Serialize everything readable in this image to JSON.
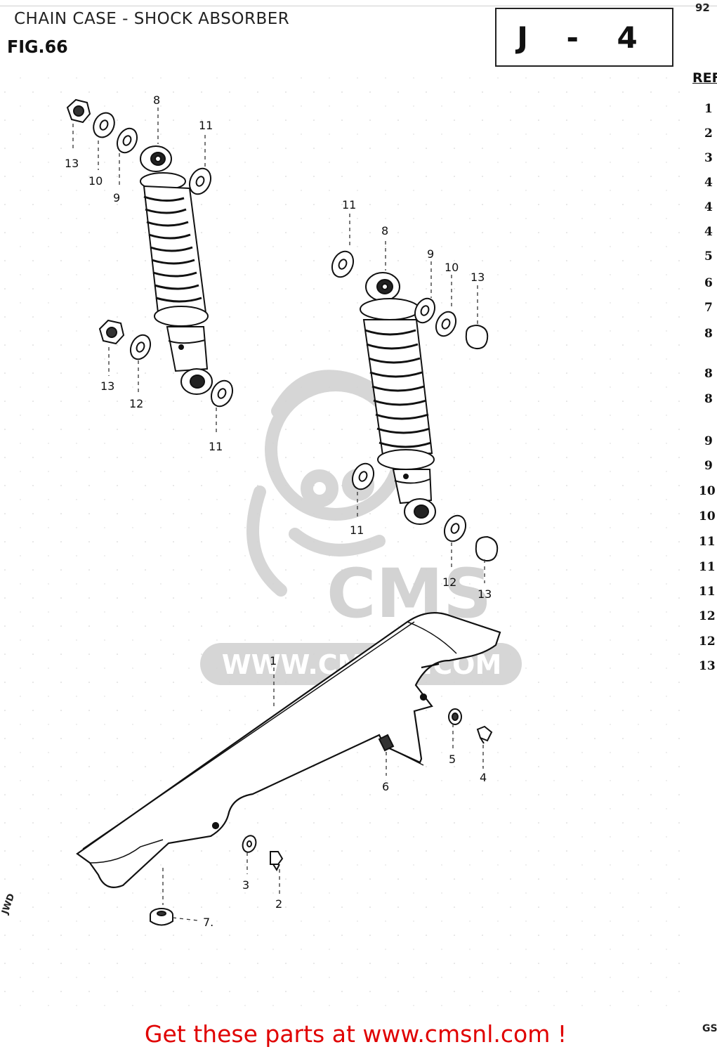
{
  "header": {
    "title": "CHAIN CASE - SHOCK ABSORBER",
    "fig_label": "FIG.66",
    "section_code": "J - 4",
    "page_number": "92"
  },
  "ref_panel": {
    "header": "REF",
    "items": [
      "1",
      "2",
      "3",
      "4",
      "4",
      "4",
      "5",
      "6",
      "7",
      "8",
      "8",
      "8",
      "9",
      "9",
      "10",
      "10",
      "11",
      "11",
      "11",
      "12",
      "12",
      "13"
    ]
  },
  "callouts": {
    "c1": "1",
    "c2": "2",
    "c3": "3",
    "c4": "4",
    "c5": "5",
    "c6": "6",
    "c7": "7.",
    "c8a": "8",
    "c8b": "8",
    "c9a": "9",
    "c9b": "9",
    "c10a": "10",
    "c10b": "10",
    "c11a": "11",
    "c11b": "11",
    "c11c": "11",
    "c11d": "11",
    "c12a": "12",
    "c12b": "12",
    "c13a": "13",
    "c13b": "13",
    "c13c": "13",
    "c13d": "13"
  },
  "watermark": {
    "brand": "CMS",
    "url": "WWW.CMSNL.COM"
  },
  "footer": {
    "link_text": "Get these parts at www.cmsnl.com !"
  },
  "corner_code": "GS",
  "side_stamp": "JWD",
  "colors": {
    "footer_link": "#e00000",
    "watermark": "#cfcfcf",
    "line_art": "#111111"
  }
}
